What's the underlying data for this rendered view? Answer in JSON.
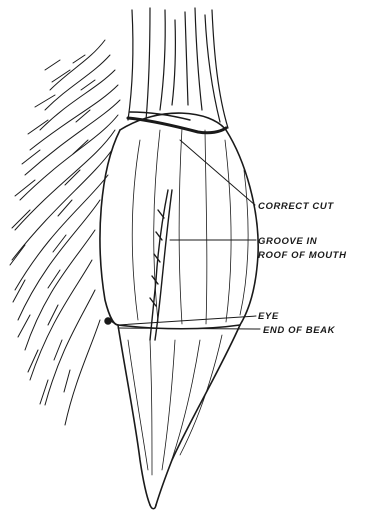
{
  "labels": {
    "correct_cut": "CORRECT CUT",
    "groove_line1": "GROOVE IN",
    "groove_line2": "ROOF OF MOUTH",
    "eye": "EYE",
    "end_of_beak": "END OF BEAK"
  },
  "colors": {
    "ink": "#1a1a1a",
    "paper": "#ffffff"
  }
}
